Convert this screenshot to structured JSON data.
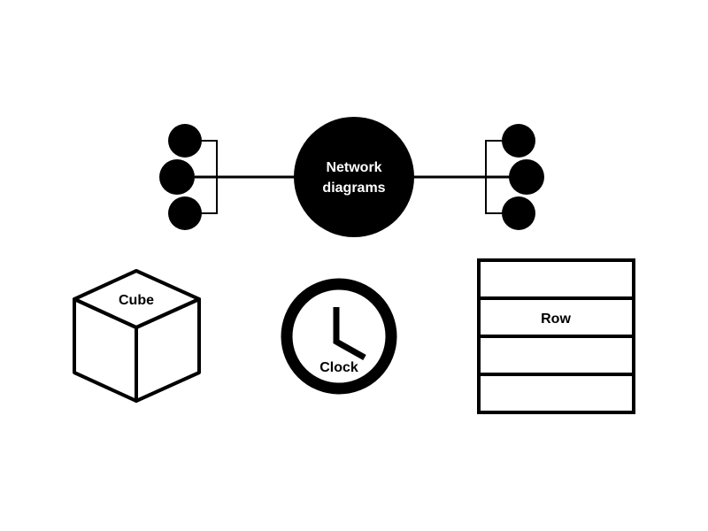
{
  "network": {
    "label_line1": "Network",
    "label_line2": "diagrams",
    "hub_fill": "#000000",
    "hub_text_color": "#ffffff",
    "left_nodes": 3,
    "right_nodes": 3
  },
  "cube": {
    "label": "Cube",
    "stroke": "#000000"
  },
  "clock": {
    "label": "Clock",
    "stroke": "#000000"
  },
  "rows": {
    "label": "Row",
    "row_count": 4,
    "stroke": "#000000"
  }
}
